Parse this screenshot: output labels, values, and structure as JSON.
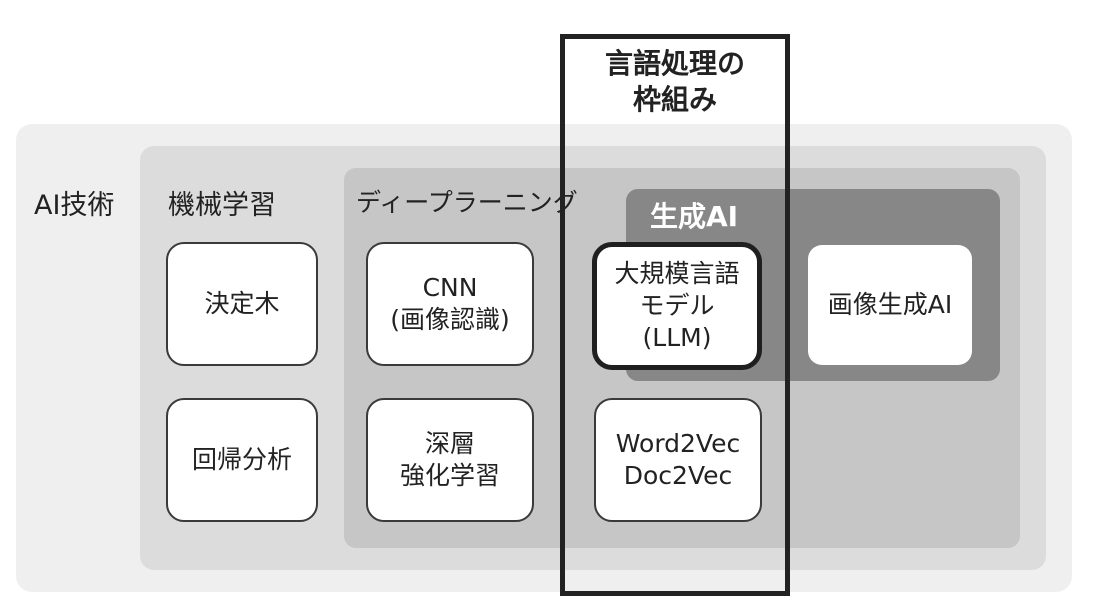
{
  "regions": {
    "ai": {
      "label": "AI技術"
    },
    "machine_learning": {
      "label": "機械学習"
    },
    "deep_learning": {
      "label": "ディープラーニング"
    },
    "generative_ai": {
      "label": "生成AI"
    }
  },
  "nlp_frame": {
    "label_lines": [
      "言語処理の",
      "枠組み"
    ]
  },
  "boxes": {
    "decision_tree": {
      "lines": [
        "決定木"
      ]
    },
    "regression": {
      "lines": [
        "回帰分析"
      ]
    },
    "cnn": {
      "lines": [
        "CNN",
        "(画像認識)"
      ]
    },
    "deep_rl": {
      "lines": [
        "深層",
        "強化学習"
      ]
    },
    "llm": {
      "lines": [
        "大規模言語",
        "モデル",
        "(LLM)"
      ]
    },
    "word2vec": {
      "lines": [
        "Word2Vec",
        "Doc2Vec"
      ]
    },
    "image_gen": {
      "lines": [
        "画像生成AI"
      ]
    }
  },
  "colors": {
    "ai_region": "#efefef",
    "ml_region": "#dcdcdc",
    "dl_region": "#c6c6c6",
    "genai_region": "#878787",
    "frame": "#222222"
  }
}
